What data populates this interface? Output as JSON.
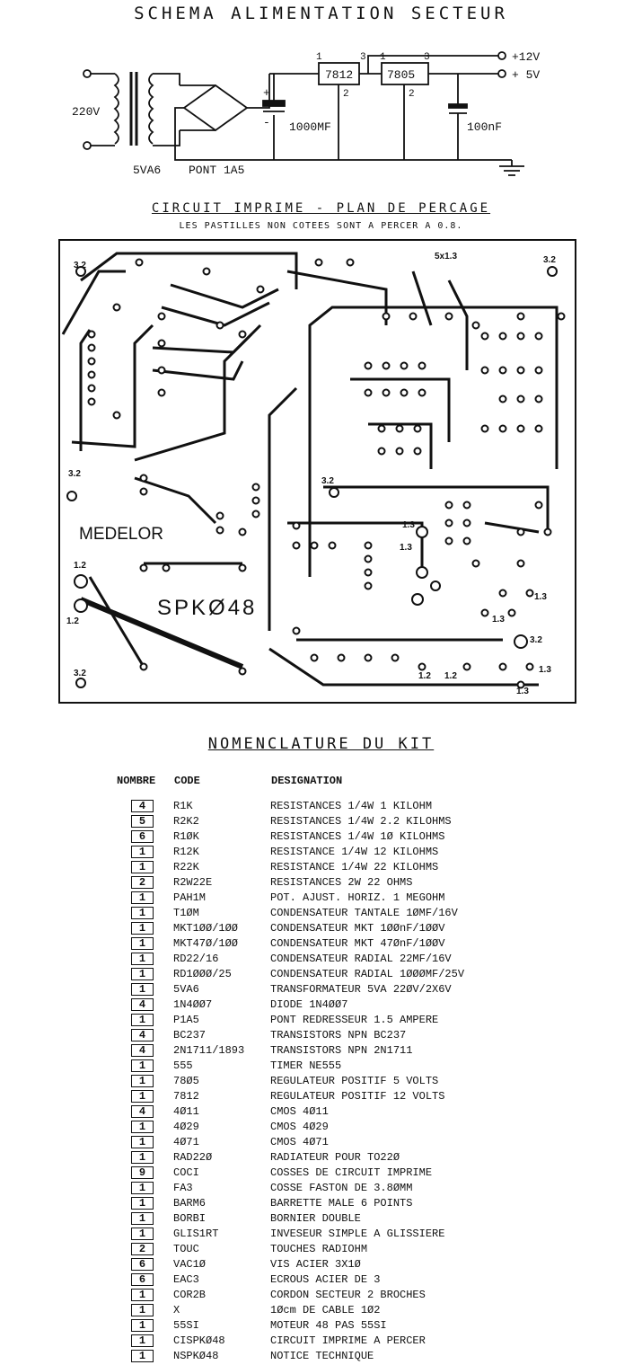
{
  "title_supply": "SCHEMA ALIMENTATION SECTEUR",
  "schematic": {
    "input_label": "220V",
    "transformer_label": "5VA6",
    "bridge_label": "PONT 1A5",
    "cap1_label": "1000MF",
    "cap2_label": "100nF",
    "reg1": "7812",
    "reg2": "7805",
    "out1": "+12V",
    "out2": "+ 5V",
    "pin1": "1",
    "pin2": "2",
    "pin3": "3",
    "plus": "+",
    "minus": "-"
  },
  "title_pcb": "CIRCUIT IMPRIME - PLAN DE PERCAGE",
  "subtitle_pcb": "LES PASTILLES NON COTEES SONT A PERCER A 0.8.",
  "pcb": {
    "brand": "MEDELOR",
    "ref": "SPKØ48",
    "hole_32": "3.2",
    "hole_12": "1.2",
    "hole_13": "1.3",
    "note_5x13": "5x1.3"
  },
  "title_kit": "NOMENCLATURE DU KIT",
  "kit_headers": {
    "qty": "NOMBRE",
    "code": "CODE",
    "desc": "DESIGNATION"
  },
  "kit": [
    {
      "qty": "4",
      "code": "R1K",
      "desc": "RESISTANCES 1/4W 1 KILOHM"
    },
    {
      "qty": "5",
      "code": "R2K2",
      "desc": "RESISTANCES 1/4W 2.2 KILOHMS"
    },
    {
      "qty": "6",
      "code": "R1ØK",
      "desc": "RESISTANCES 1/4W 1Ø KILOHMS"
    },
    {
      "qty": "1",
      "code": "R12K",
      "desc": "RESISTANCE 1/4W 12 KILOHMS"
    },
    {
      "qty": "1",
      "code": "R22K",
      "desc": "RESISTANCE 1/4W 22 KILOHMS"
    },
    {
      "qty": "2",
      "code": "R2W22E",
      "desc": "RESISTANCES 2W 22 OHMS"
    },
    {
      "qty": "1",
      "code": "PAH1M",
      "desc": "POT. AJUST. HORIZ. 1 MEGOHM"
    },
    {
      "qty": "1",
      "code": "T1ØM",
      "desc": "CONDENSATEUR TANTALE 1ØMF/16V"
    },
    {
      "qty": "1",
      "code": "MKT1ØØ/1ØØ",
      "desc": "CONDENSATEUR MKT 1ØØnF/1ØØV"
    },
    {
      "qty": "1",
      "code": "MKT47Ø/1ØØ",
      "desc": "CONDENSATEUR MKT 47ØnF/1ØØV"
    },
    {
      "qty": "1",
      "code": "RD22/16",
      "desc": "CONDENSATEUR RADIAL 22MF/16V"
    },
    {
      "qty": "1",
      "code": "RD1ØØØ/25",
      "desc": "CONDENSATEUR RADIAL 1ØØØMF/25V"
    },
    {
      "qty": "1",
      "code": "5VA6",
      "desc": "TRANSFORMATEUR 5VA 22ØV/2X6V"
    },
    {
      "qty": "4",
      "code": "1N4ØØ7",
      "desc": "DIODE 1N4ØØ7"
    },
    {
      "qty": "1",
      "code": "P1A5",
      "desc": "PONT REDRESSEUR 1.5 AMPERE"
    },
    {
      "qty": "4",
      "code": "BC237",
      "desc": "TRANSISTORS NPN BC237"
    },
    {
      "qty": "4",
      "code": "2N1711/1893",
      "desc": "TRANSISTORS NPN 2N1711"
    },
    {
      "qty": "1",
      "code": "555",
      "desc": "TIMER NE555"
    },
    {
      "qty": "1",
      "code": "78Ø5",
      "desc": "REGULATEUR POSITIF 5 VOLTS"
    },
    {
      "qty": "1",
      "code": "7812",
      "desc": "REGULATEUR POSITIF 12 VOLTS"
    },
    {
      "qty": "4",
      "code": "4Ø11",
      "desc": "CMOS 4Ø11"
    },
    {
      "qty": "1",
      "code": "4Ø29",
      "desc": "CMOS 4Ø29"
    },
    {
      "qty": "1",
      "code": "4Ø71",
      "desc": "CMOS 4Ø71"
    },
    {
      "qty": "1",
      "code": "RAD22Ø",
      "desc": "RADIATEUR POUR TO22Ø"
    },
    {
      "qty": "9",
      "code": "COCI",
      "desc": "COSSES DE CIRCUIT IMPRIME"
    },
    {
      "qty": "1",
      "code": "FA3",
      "desc": "COSSE FASTON DE 3.8ØMM"
    },
    {
      "qty": "1",
      "code": "BARM6",
      "desc": "BARRETTE MALE 6 POINTS"
    },
    {
      "qty": "1",
      "code": "BORBI",
      "desc": "BORNIER DOUBLE"
    },
    {
      "qty": "1",
      "code": "GLIS1RT",
      "desc": "INVESEUR SIMPLE A GLISSIERE"
    },
    {
      "qty": "2",
      "code": "TOUC",
      "desc": "TOUCHES RADIOHM"
    },
    {
      "qty": "6",
      "code": "VAC1Ø",
      "desc": "VIS ACIER 3X1Ø"
    },
    {
      "qty": "6",
      "code": "EAC3",
      "desc": "ECROUS ACIER DE 3"
    },
    {
      "qty": "1",
      "code": "COR2B",
      "desc": "CORDON SECTEUR 2 BROCHES"
    },
    {
      "qty": "1",
      "code": "X",
      "desc": "1Øcm DE CABLE 1Ø2"
    },
    {
      "qty": "1",
      "code": "55SI",
      "desc": "MOTEUR 48 PAS 55SI"
    },
    {
      "qty": "1",
      "code": "CISPKØ48",
      "desc": "CIRCUIT IMPRIME A PERCER"
    },
    {
      "qty": "1",
      "code": "NSPKØ48",
      "desc": "NOTICE TECHNIQUE"
    }
  ]
}
